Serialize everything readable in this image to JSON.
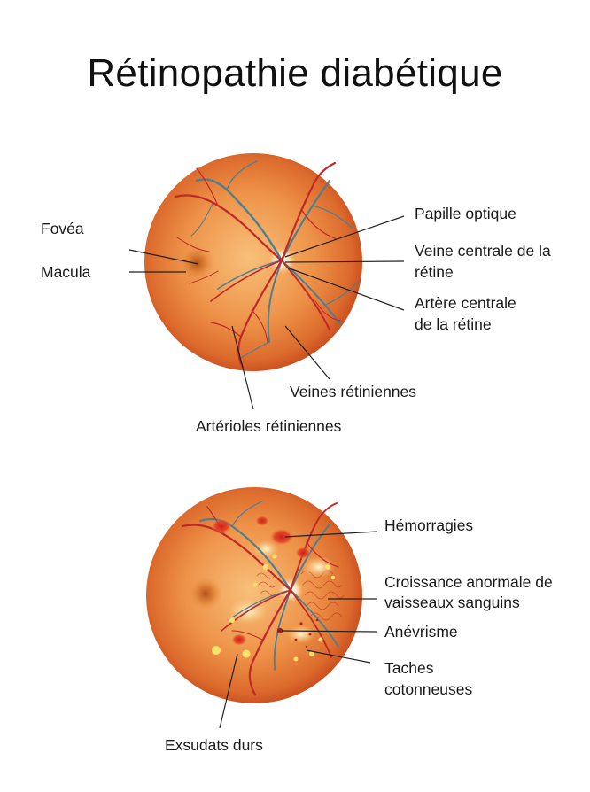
{
  "title": "Rétinopathie diabétique",
  "normal_eye": {
    "labels": {
      "fovea": "Fovéa",
      "macula": "Macula",
      "optic_disc": "Papille optique",
      "central_vein_l1": "Veine centrale de la",
      "central_vein_l2": "rétine",
      "central_artery_l1": "Artère centrale",
      "central_artery_l2": "de la rétine",
      "retinal_veins": "Veines rétiniennes",
      "retinal_arterioles": "Artérioles rétiniennes"
    }
  },
  "diseased_eye": {
    "labels": {
      "hemorrhages": "Hémorragies",
      "neovascularization_l1": "Croissance anormale de",
      "neovascularization_l2": "vaisseaux sanguins",
      "aneurysm": "Anévrisme",
      "cotton_wool_l1": "Taches",
      "cotton_wool_l2": "cotonneuses",
      "hard_exudates": "Exsudats durs"
    }
  },
  "colors": {
    "fundus_center": "#f6b267",
    "fundus_edge": "#c94a1a",
    "artery": "#c0282a",
    "vein": "#4f7f8e",
    "exudate": "#f7e36a",
    "hemorrhage": "#d8271f",
    "leader_line": "#222222"
  }
}
